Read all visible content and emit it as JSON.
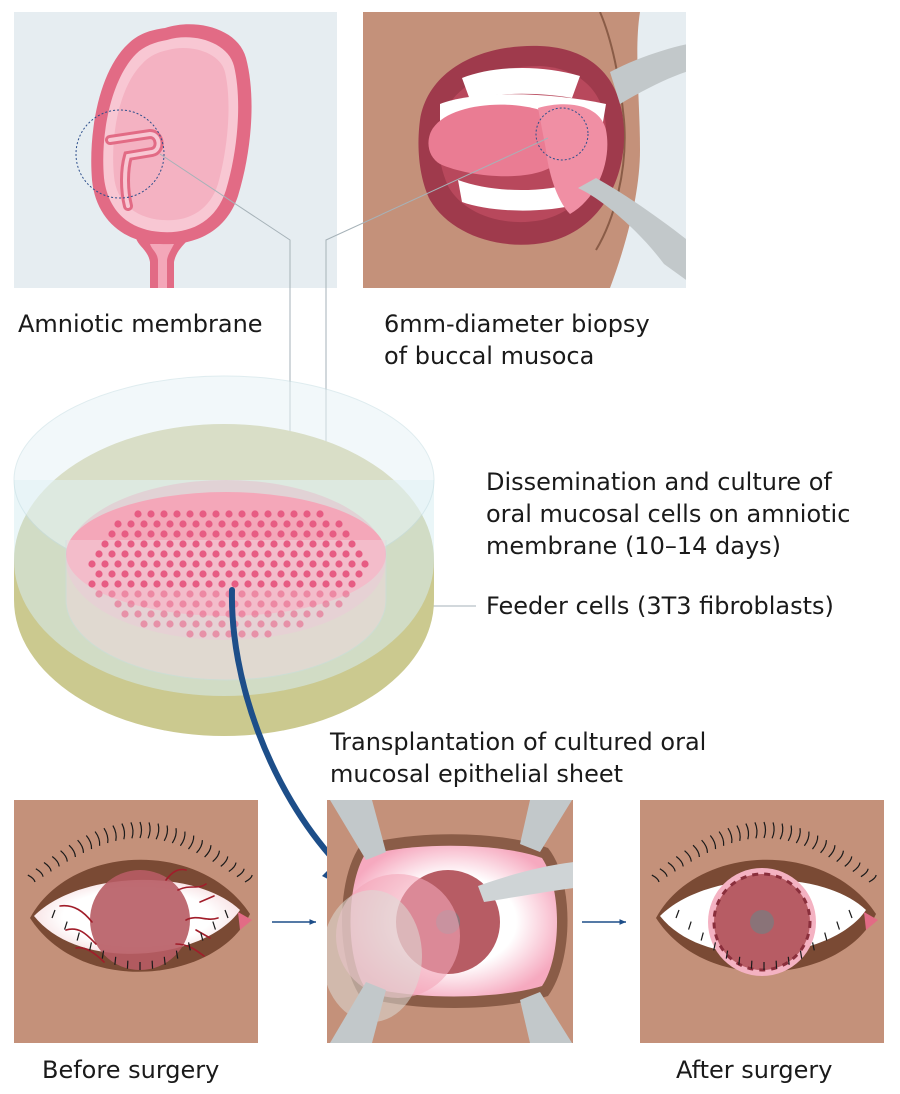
{
  "labels": {
    "amniotic": "Amniotic membrane",
    "biopsy_1": "6mm-diameter biopsy",
    "biopsy_2": "of buccal musoca",
    "culture_1": "Dissemination and culture of",
    "culture_2": "oral mucosal cells on amniotic",
    "culture_3": "membrane (10–14 days)",
    "feeder": "Feeder cells (3T3 fibroblasts)",
    "transplant_1": "Transplantation of cultured oral",
    "transplant_2": "mucosal epithelial sheet",
    "before": "Before surgery",
    "after": "After surgery"
  },
  "colors": {
    "skin": "#c4917a",
    "panel_bg": "#e6edf1",
    "membrane_pink": "#f4a7b9",
    "tissue_red": "#e26b85",
    "feeder_yellow": "#c7c58e",
    "dish_glass": "#d9eef2",
    "cell_dot": "#e75c83",
    "arrow_blue": "#1d4e89",
    "iris": "#b75c64",
    "pupil": "#8a7378"
  },
  "icons": [
    "uterus-amniotic-sac-illustration",
    "open-mouth-retractor-illustration",
    "culture-dish-illustration",
    "eye-before-surgery-illustration",
    "eye-during-surgery-illustration",
    "eye-after-surgery-illustration",
    "curved-arrow",
    "small-arrow"
  ]
}
